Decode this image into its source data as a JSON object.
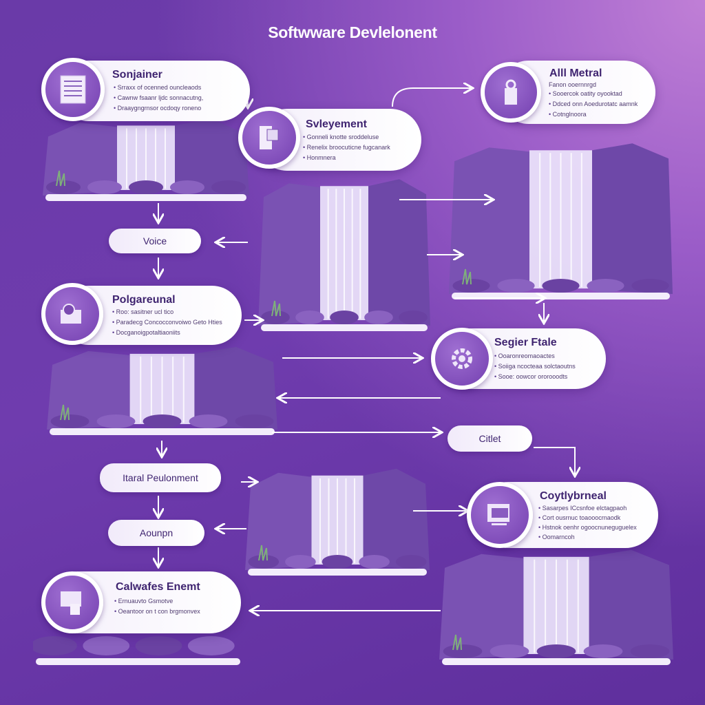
{
  "title": "Softwware Devlelonent",
  "cards": [
    {
      "title": "Sonjainer",
      "icon": "document-list-icon",
      "items": [
        "Srraxx of ocenned ouncleaods",
        "Cawnw fsaanr ljdc sonnacutng,",
        "Draaygngrnsor ocdoqy roneno"
      ]
    },
    {
      "title": "Svleyement",
      "icon": "folder-documents-icon",
      "items": [
        "Gonneli knotte sroddeluse",
        "Renelix broocuticne fugcanark",
        "Honmnera"
      ]
    },
    {
      "title": "Alll Metral",
      "icon": "padlock-tag-icon",
      "subtitle": "Fanon ooernnrgd",
      "items": [
        "Sooercok oatity oyooktad",
        "Ddced onn Aoedurotatc aamnk",
        "Cotnglnoora"
      ]
    },
    {
      "title": "Polgareunal",
      "icon": "toolbox-icon",
      "items": [
        "Roo: sasitner ucl tico",
        "Paradecg Concocconvoiwo Geto Hties",
        "Docganoigpotaltiaoniits"
      ]
    },
    {
      "title": "Segier Ftale",
      "icon": "gear-cycle-icon",
      "items": [
        "Ooaronreomaoactes",
        "Soiiga ncocteaa solctaoutns",
        "Sooe: oowcor ororooodts"
      ]
    },
    {
      "title": "Coytlybrneal",
      "icon": "monitor-window-icon",
      "items": [
        "Sasarpes ICcsnfoe elctagpaoh",
        "Cort ousrnuc toaooocrnaodk",
        "Hstnok oenhr ogoocnuneguguelex",
        "Oomarncoh"
      ]
    },
    {
      "title": "Calwafes Enemt",
      "icon": "browser-document-icon",
      "items": [
        "Ernuauvto Gsmotve",
        "Oeantoor on t con brgmonvex"
      ]
    }
  ],
  "pills": {
    "voice": "Voice",
    "citlet": "Citlet",
    "final": "Itaral Peulonment",
    "aounpn": "Aounpn"
  },
  "colors": {
    "accent": "#7440b0",
    "rock": "#7a52b3",
    "water": "#ece4fb"
  }
}
